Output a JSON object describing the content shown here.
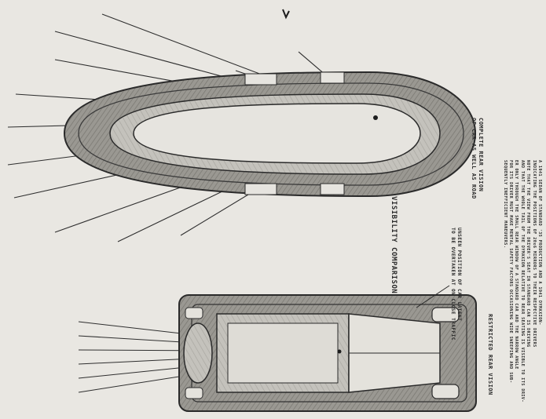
{
  "labels": {
    "complete_rear_vision": [
      "COMPLETE REAR VISION",
      "OF CAR AS WELL AS ROAD"
    ],
    "restricted_rear_vision": "RESTRICTED REAR VISION",
    "visibility_comparison": "VISIBILITY COMPARISON",
    "unseen_position": [
      "UNSEEN POSITION OF CAR LATENT",
      "TO BE OVERTAKEN AT ON CLOSE TRAFFIC"
    ],
    "caption": [
      "A 1941 SEDAN OF STANDARD '35 PRODUCTION  AND A 1941 DYMAXION-",
      "INDICATING THE POSITIONS OF 20x6 MIRRORS TO THEIR RESPECTIVE DRIVERS",
      "NOTE THAT THE VIEW FROM THE DRIVER'S SEAT IN STANDARD CAR  IS DRIVING",
      "AND THAT THE WHOLE TAIL OF THE DYMAXION RELATIVE TO REAR SEATING IS VISIBLE TO ITS DRIV-",
      "ER ONLY THROUGH THE SMALL REAR WINDOW OF A STANDARD CAR  AND THE NARROW ANGLE",
      "FOR ITS DRIVER MUST MAKE MENTAL SAFETY FACTORS OCCASIONING WIDE SWEEPING AND SUB-",
      "SEQUENTLY INEFFICIENT MANEUVERS."
    ]
  },
  "colors": {
    "paper": "#e9e7e2",
    "ink": "#2a2a2a",
    "shade": "#8f8d87",
    "light_shade": "#b9b7b1"
  }
}
